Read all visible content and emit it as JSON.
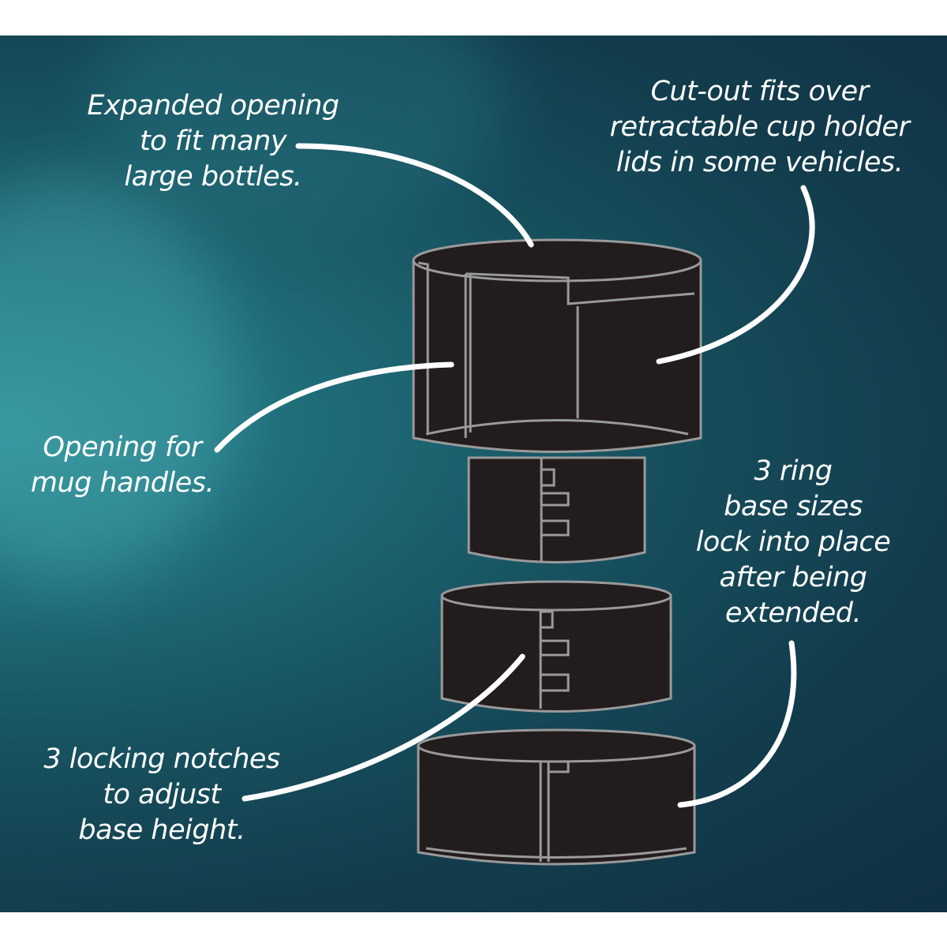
{
  "callouts": {
    "expanded_opening": "Expanded opening\nto fit many\nlarge bottles.",
    "cut_out": "Cut-out fits over\nretractable cup holder\nlids in some vehicles.",
    "mug_handles": "Opening for\nmug handles.",
    "ring_base_sizes": "3 ring\nbase sizes\nlock into place\nafter being\nextended.",
    "locking_notches": "3 locking notches\nto adjust\nbase height."
  },
  "colors": {
    "background_dark": "#0f3142",
    "background_teal": "#2f8c94",
    "part_fill": "#231c1c",
    "part_outline": "#9a9a9a",
    "text": "#ffffff"
  }
}
